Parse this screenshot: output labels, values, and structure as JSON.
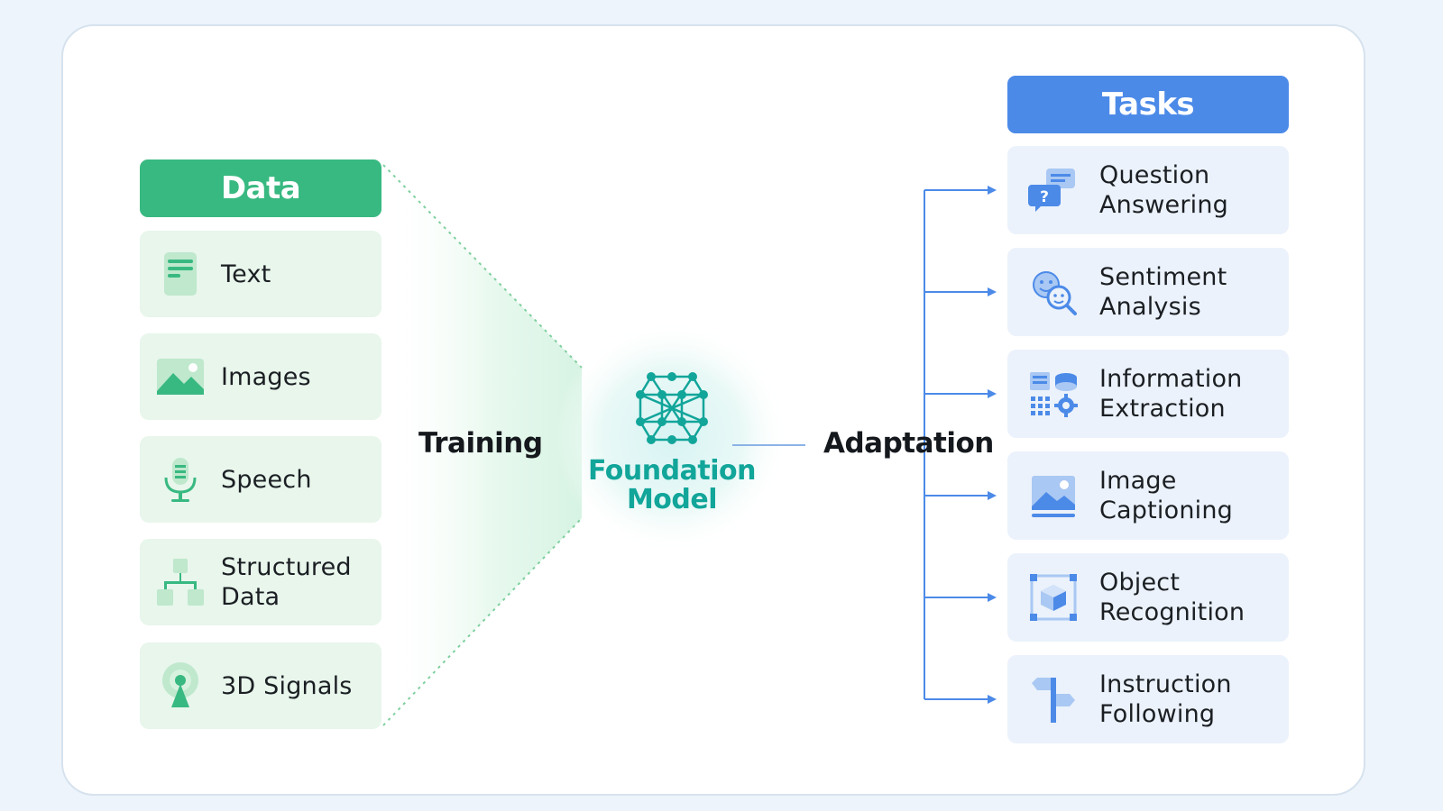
{
  "data_section": {
    "header": "Data",
    "items": [
      {
        "label": "Text",
        "icon": "document-icon"
      },
      {
        "label": "Images",
        "icon": "image-icon"
      },
      {
        "label": "Speech",
        "icon": "microphone-icon"
      },
      {
        "label": "Structured\nData",
        "icon": "hierarchy-icon"
      },
      {
        "label": "3D Signals",
        "icon": "signal-antenna-icon"
      }
    ]
  },
  "flow": {
    "training_label": "Training",
    "adaptation_label": "Adaptation"
  },
  "foundation_model": {
    "label": "Foundation\nModel",
    "icon": "network-graph-icon"
  },
  "tasks_section": {
    "header": "Tasks",
    "items": [
      {
        "label": "Question\nAnswering",
        "icon": "question-chat-icon"
      },
      {
        "label": "Sentiment\nAnalysis",
        "icon": "faces-search-icon"
      },
      {
        "label": "Information\nExtraction",
        "icon": "data-gear-icon"
      },
      {
        "label": "Image\nCaptioning",
        "icon": "image-caption-icon"
      },
      {
        "label": "Object\nRecognition",
        "icon": "cube-frame-icon"
      },
      {
        "label": "Instruction\nFollowing",
        "icon": "signpost-icon"
      }
    ]
  },
  "colors": {
    "data_green": "#38b981",
    "task_blue": "#4c8ae8",
    "foundation_teal": "#12a59a"
  }
}
